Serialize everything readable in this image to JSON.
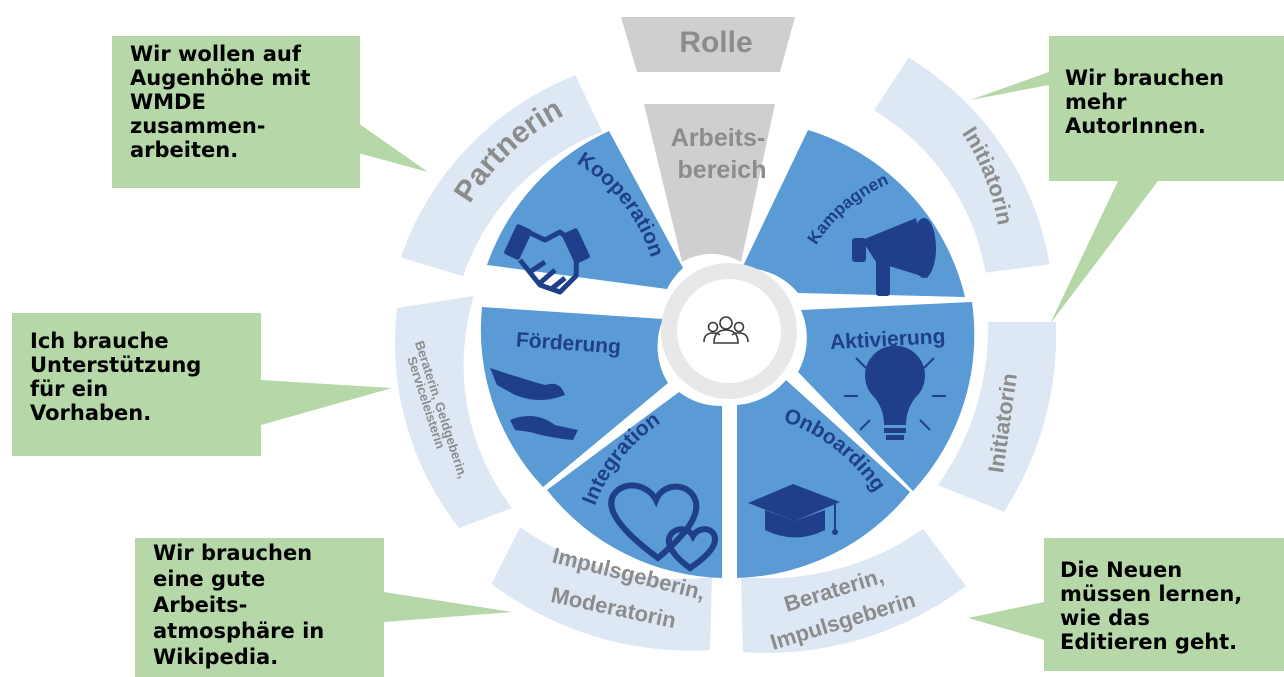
{
  "diagram": {
    "center_icon": "group-people-icon",
    "inner_segments": [
      {
        "id": "top",
        "label_lines": [
          "Arbeits-",
          "bereich"
        ]
      },
      {
        "id": "kooperation",
        "label": "Kooperation",
        "icon": "handshake-icon"
      },
      {
        "id": "kampagnen",
        "label": "Kampagnen",
        "icon": "megaphone-icon"
      },
      {
        "id": "foerderung",
        "label": "Förderung",
        "icon": "giving-hands-icon"
      },
      {
        "id": "aktivierung",
        "label": "Aktivierung",
        "icon": "lightbulb-icon"
      },
      {
        "id": "integration",
        "label": "Integration",
        "icon": "hearts-icon"
      },
      {
        "id": "onboarding",
        "label": "Onboarding",
        "icon": "graduation-cap-icon"
      }
    ],
    "outer_segments": [
      {
        "id": "rolle",
        "label": "Rolle"
      },
      {
        "id": "partnerin",
        "label": "Partnerin"
      },
      {
        "id": "initiatorin-top",
        "label": "Initiatorin"
      },
      {
        "id": "beraterin-geldgeberin",
        "label_lines": [
          "Beraterin, Geldgeberin,",
          "Serviceleisterin"
        ]
      },
      {
        "id": "initiatorin-right",
        "label": "Initiatorin"
      },
      {
        "id": "impulsgeberin-moderatorin",
        "label_lines": [
          "Impulsgeberin,",
          "Moderatorin"
        ]
      },
      {
        "id": "beraterin-impulsgeberin",
        "label_lines": [
          "Beraterin,",
          "Impulsgeberin"
        ]
      }
    ]
  },
  "callouts": {
    "partner": "Wir wollen auf\nAugenhöhe mit\nWMDE\nzusammen-\narbeiten.",
    "autoren": "Wir brauchen\nmehr\nAutorInnen.",
    "unterstuetzung": "Ich brauche\nUnterstützung\nfür ein\nVorhaben.",
    "atmosphaere": "Wir brauchen\neine gute\nArbeits-\natmosphäre in\nWikipedia.",
    "neue": "Die Neuen\nmüssen lernen,\nwie das\nEditieren geht."
  },
  "colors": {
    "inner_blue": "#5b9bd5",
    "inner_blue_dark": "#4a89c8",
    "top_gray": "#cfcfcf",
    "outer_light": "#dde8f4",
    "outer_text": "#8c8c8c",
    "icon_navy": "#1f3f8a",
    "callout_green": "#b6d7a8"
  }
}
